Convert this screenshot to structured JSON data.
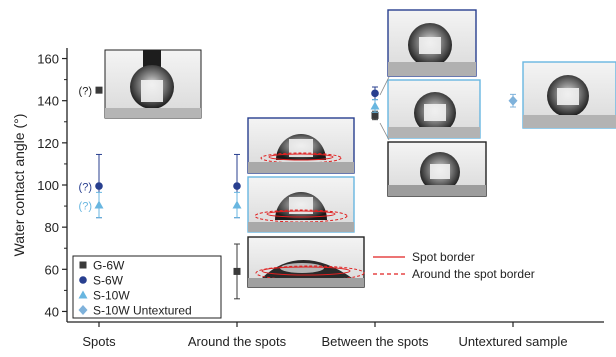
{
  "chart_data": {
    "type": "scatter",
    "ylabel": "Water contact angle (°)",
    "xlabel": "",
    "ylim": [
      35,
      165
    ],
    "yticks": [
      40,
      60,
      80,
      100,
      120,
      140,
      160
    ],
    "categories": [
      "Spots",
      "Around the spots",
      "Between the spots",
      "Untextured sample"
    ],
    "grid": false,
    "legend_position": "bottom-left",
    "series": [
      {
        "name": "G-6W",
        "color": "#3a3a3a",
        "marker": "square",
        "points": [
          {
            "category": "Spots",
            "y": 145,
            "err": 0,
            "note": "(?)"
          },
          {
            "category": "Around the spots",
            "y": 59,
            "err": 13
          },
          {
            "category": "Between the spots",
            "y": 133,
            "err": 2
          }
        ]
      },
      {
        "name": "S-6W",
        "color": "#283f8f",
        "marker": "circle",
        "points": [
          {
            "category": "Spots",
            "y": 99.5,
            "err": 15,
            "note": "(?)"
          },
          {
            "category": "Around the spots",
            "y": 99.5,
            "err": 15
          },
          {
            "category": "Between the spots",
            "y": 143.5,
            "err": 3
          }
        ]
      },
      {
        "name": "S-10W",
        "color": "#68b6e0",
        "marker": "triangle",
        "points": [
          {
            "category": "Spots",
            "y": 90.5,
            "err": 6,
            "note": "(?)"
          },
          {
            "category": "Around the spots",
            "y": 90.5,
            "err": 6
          },
          {
            "category": "Between the spots",
            "y": 137.5,
            "err": 3
          }
        ]
      },
      {
        "name": "S-10W Untextured",
        "color": "#7fb2db",
        "marker": "diamond",
        "points": [
          {
            "category": "Untextured sample",
            "y": 140,
            "err": 3
          }
        ]
      }
    ],
    "annotations": {
      "line_legend": [
        {
          "label": "Spot border",
          "style": "solid",
          "color": "#e02020"
        },
        {
          "label": "Around the spot border",
          "style": "dashed",
          "color": "#e02020"
        }
      ],
      "unknown_marker": "(?)"
    }
  },
  "colors": {
    "axis": "#222222",
    "photo_frame_dark": "#222222",
    "photo_frame_navy": "#283f8f",
    "photo_frame_light": "#68b6e0",
    "border_red": "#e02020"
  }
}
